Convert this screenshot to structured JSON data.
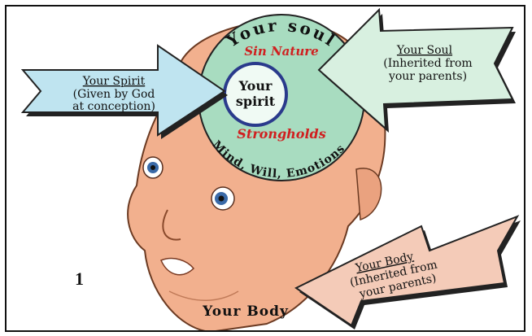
{
  "figure_number": "1",
  "soul_arc_top": "Your soul",
  "soul_arc_bottom": "Mind, Will, Emotions",
  "sin_nature": "Sin Nature",
  "strongholds": "Strongholds",
  "inner_circle": {
    "line1": "Your",
    "line2": "spirit"
  },
  "spirit_arrow": {
    "title": "Your Spirit",
    "line2": "(Given by God",
    "line3": "at conception)"
  },
  "soul_arrow": {
    "title": "Your Soul",
    "line2": "(Inherited from",
    "line3": "your parents)"
  },
  "body_arrow": {
    "title": "Your Body",
    "line2": "(Inherited from",
    "line3": "your parents)"
  },
  "body_caption": "Your Body",
  "colors": {
    "skin": "#f2b08e",
    "soul_circle": "#a8dcc0",
    "spirit_arrow": "#bfe4f0",
    "soul_arrow": "#d8f0e0",
    "body_arrow": "#f4cbb8",
    "red_text": "#d02020",
    "spirit_ring": "#2a3a8c"
  }
}
